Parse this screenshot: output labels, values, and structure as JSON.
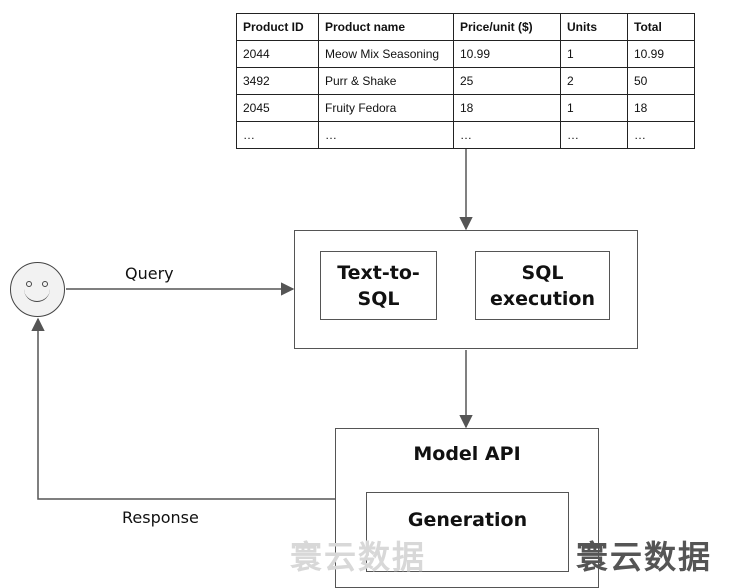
{
  "table": {
    "headers": [
      "Product ID",
      "Product name",
      "Price/unit ($)",
      "Units",
      "Total"
    ],
    "rows": [
      [
        "2044",
        "Meow Mix Seasoning",
        "10.99",
        "1",
        "10.99"
      ],
      [
        "3492",
        "Purr & Shake",
        "25",
        "2",
        "50"
      ],
      [
        "2045",
        "Fruity Fedora",
        "18",
        "1",
        "18"
      ],
      [
        "…",
        "…",
        "…",
        "…",
        "…"
      ]
    ]
  },
  "pipeline": {
    "text_to_sql": "Text-to-\nSQL",
    "sql_execution": "SQL\nexecution",
    "model_api": "Model API",
    "generation": "Generation"
  },
  "edges": {
    "query": "Query",
    "response": "Response"
  },
  "watermark": {
    "text": "寰云数据"
  },
  "icons": {
    "user": "smiley-face-icon"
  }
}
